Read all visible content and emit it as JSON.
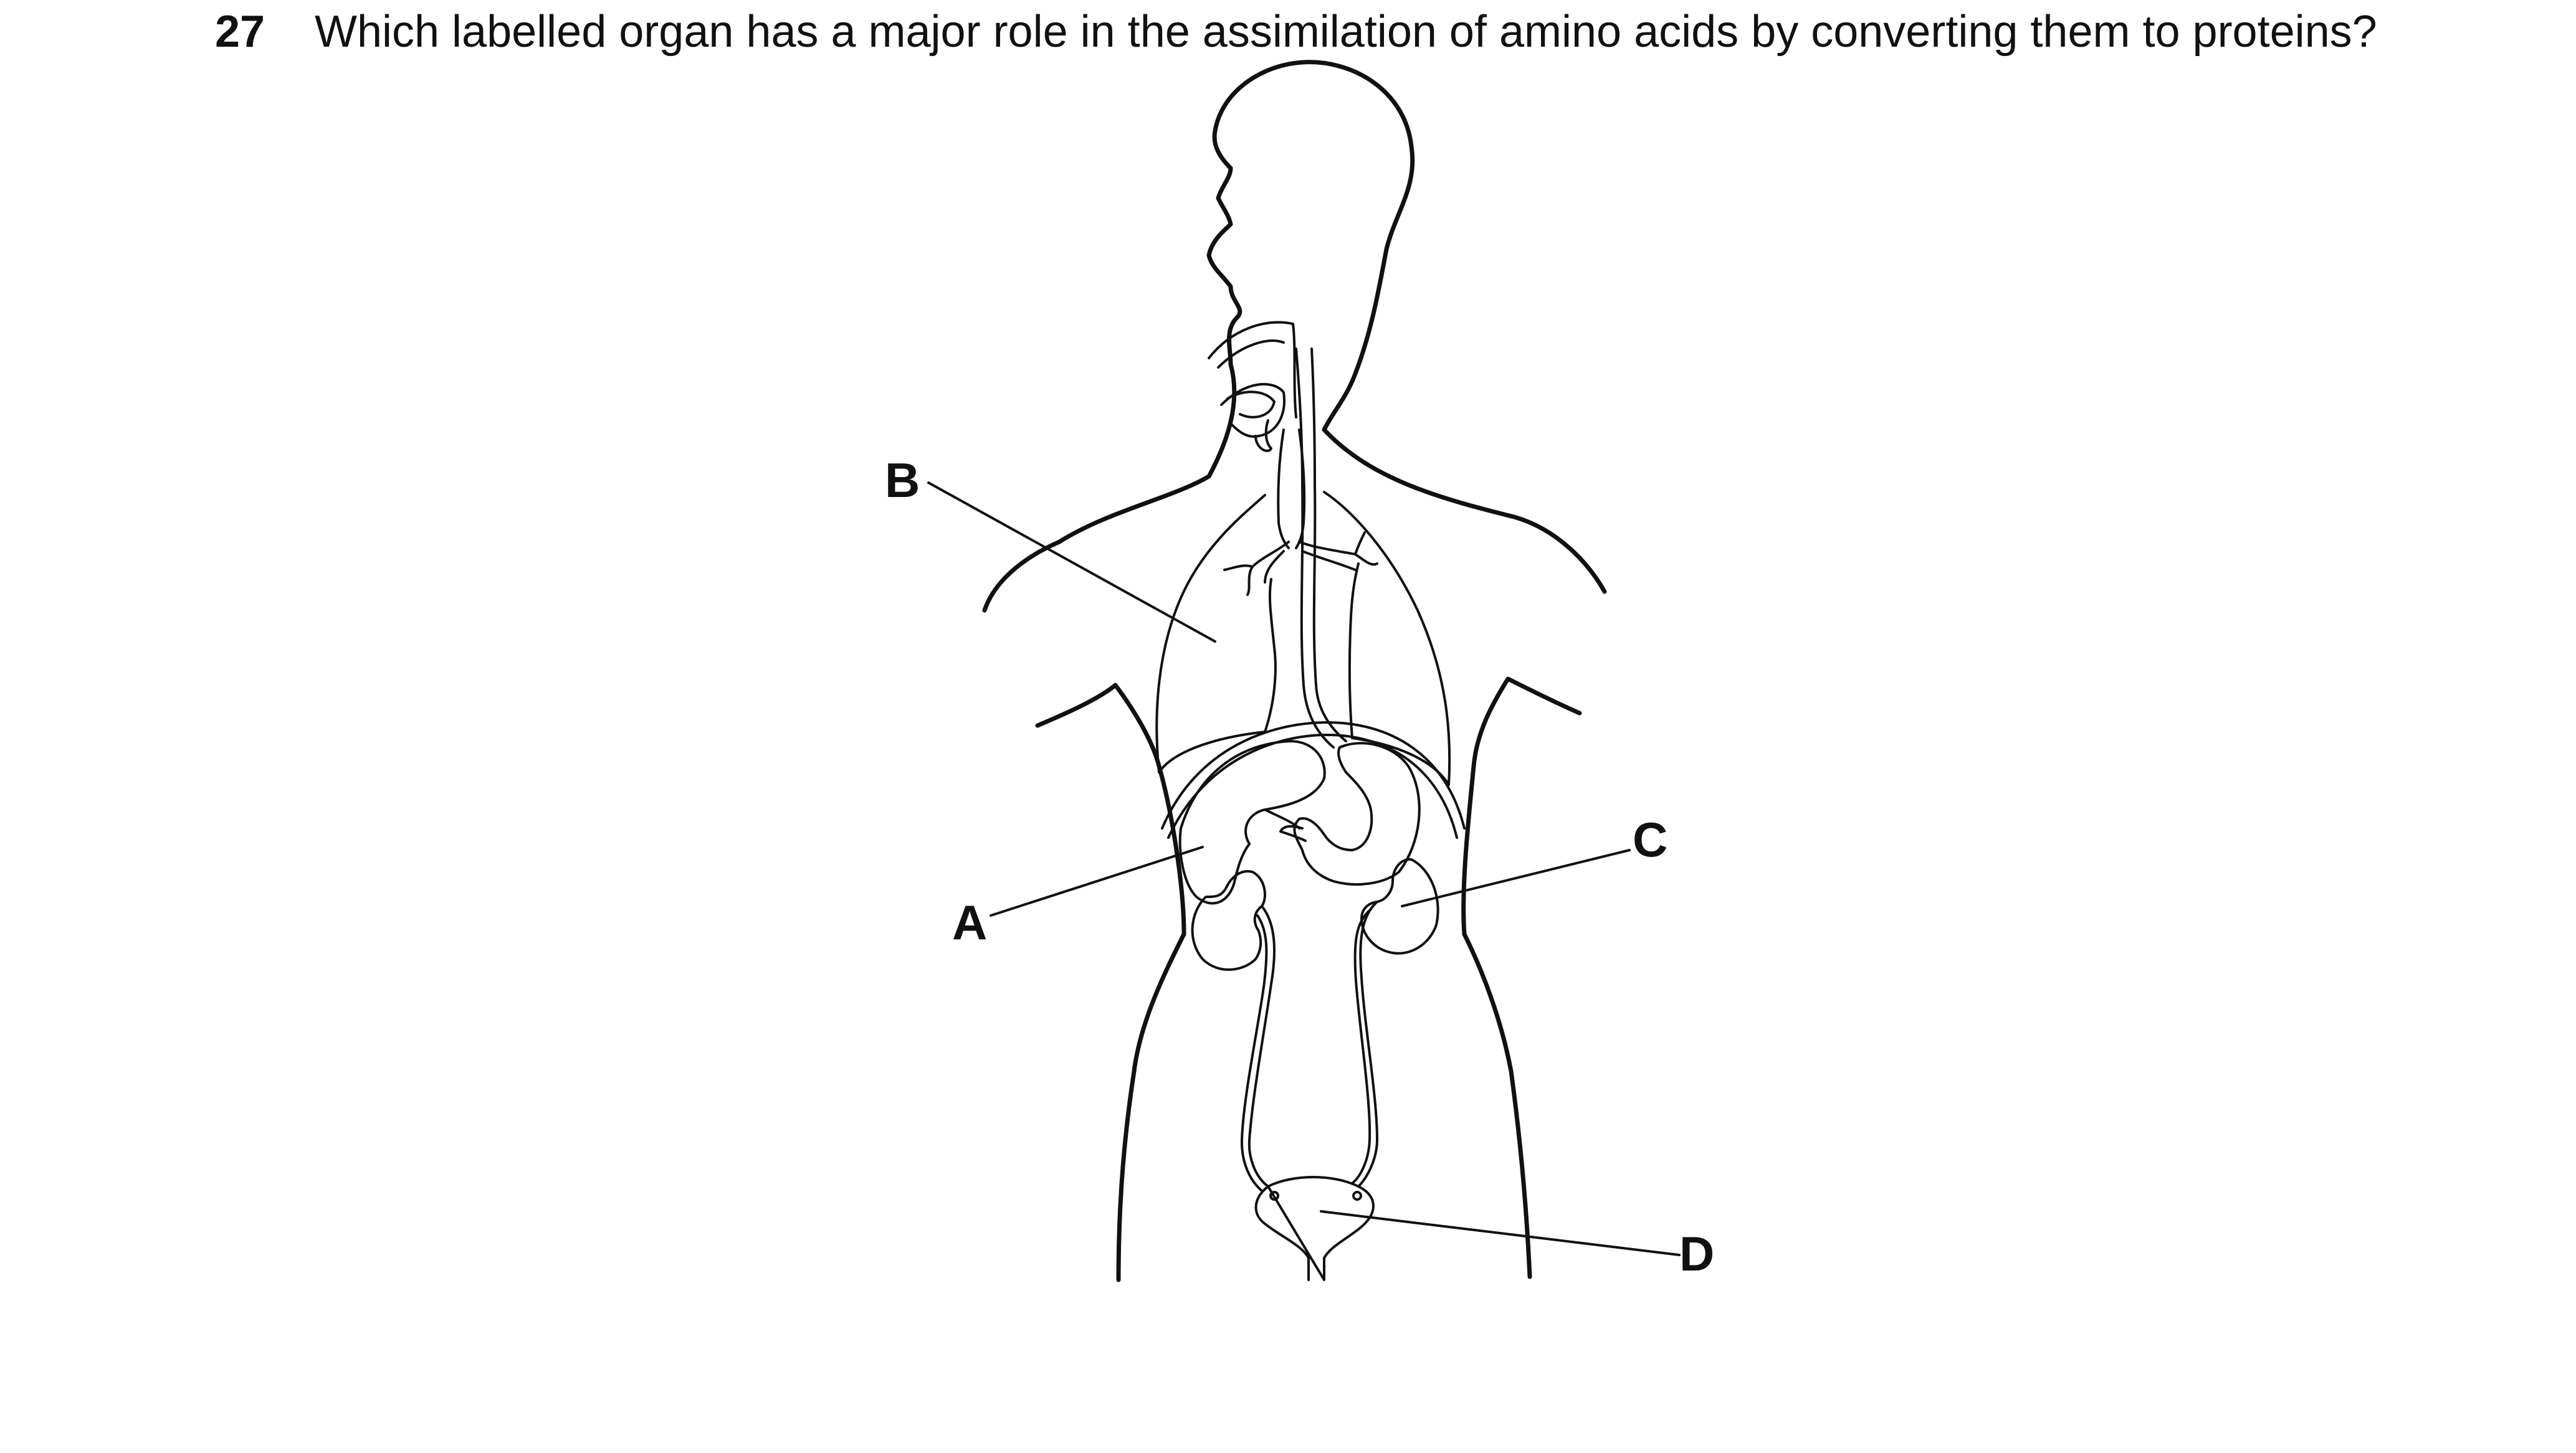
{
  "question": {
    "number": "27",
    "text": "Which labelled organ has a major role in the assimilation of amino acids by converting them to proteins?"
  },
  "diagram": {
    "labels": {
      "A": "A",
      "B": "B",
      "C": "C",
      "D": "D"
    }
  }
}
